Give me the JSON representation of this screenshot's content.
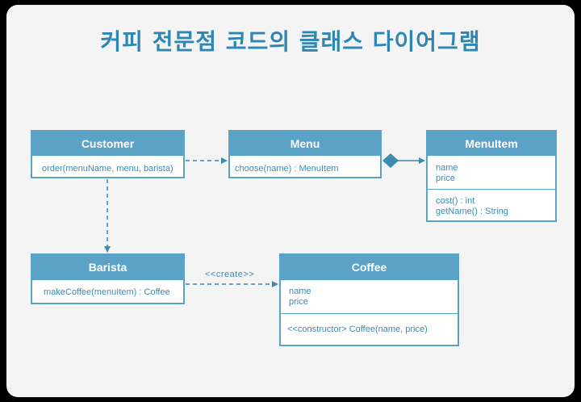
{
  "title": "커피 전문점 코드의 클래스 다이어그램",
  "classes": {
    "customer": {
      "name": "Customer",
      "methods": [
        "order(menuName, menu, barista)"
      ]
    },
    "menu": {
      "name": "Menu",
      "methods": [
        "choose(name) : MenuItem"
      ]
    },
    "menuitem": {
      "name": "MenuItem",
      "attributes": [
        "name",
        "price"
      ],
      "methods": [
        "cost() : int",
        "getName() : String"
      ]
    },
    "barista": {
      "name": "Barista",
      "methods": [
        "makeCoffee(menuItem) : Coffee"
      ]
    },
    "coffee": {
      "name": "Coffee",
      "attributes": [
        "name",
        "price"
      ],
      "methods": [
        "<<constructor>  Coffee(name, price)"
      ]
    }
  },
  "relations": {
    "create_label": "<<create>>"
  },
  "colors": {
    "accent": "#5aa3c6",
    "text": "#3d8ab3",
    "title": "#2e86b3",
    "background": "#f4f4f4",
    "frame": "#000000"
  }
}
